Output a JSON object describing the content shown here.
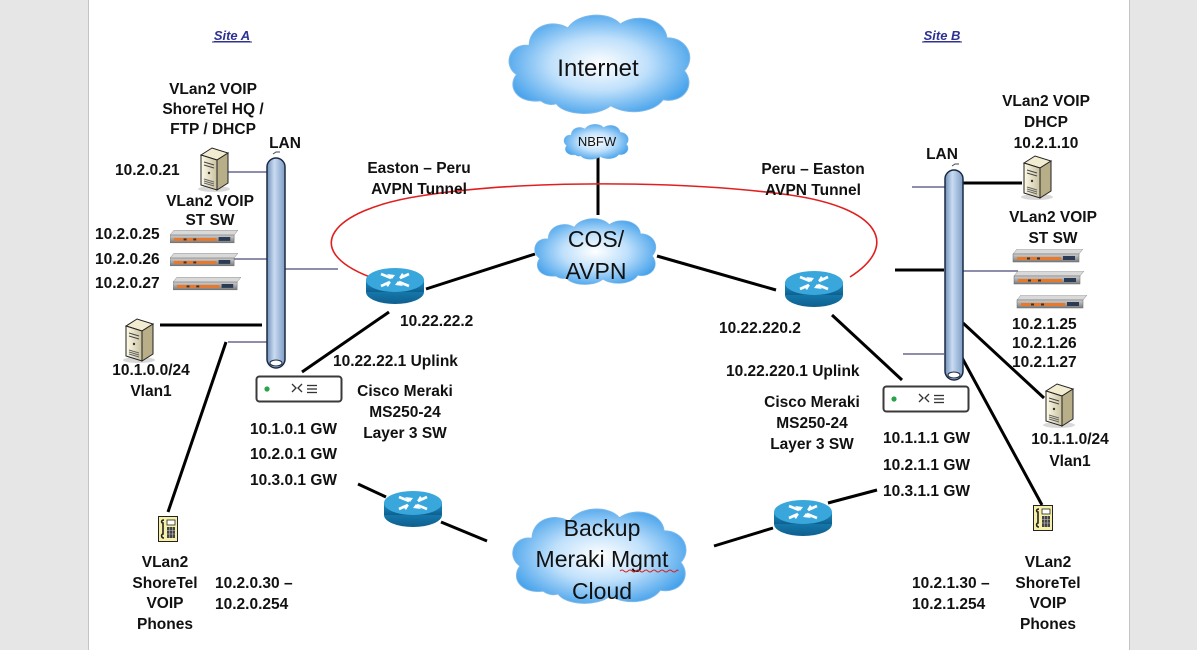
{
  "diagram": {
    "colors": {
      "background_outer": "#e6e6e6",
      "page": "#ffffff",
      "tunnel": "#e02020",
      "site_label": "#2e3192",
      "lan_bus": "#a9c4e4",
      "router": "#1a8cc0",
      "cloud": "#4aa8ee",
      "link": "#000000"
    },
    "sites": [
      {
        "label": "Site A"
      },
      {
        "label": "Site B"
      }
    ],
    "clouds": {
      "internet": "Internet",
      "nbfw": "NBFW",
      "cos_avpn": [
        "COS/",
        "AVPN"
      ],
      "backup": [
        "Backup",
        "Meraki Mgmt",
        "Cloud"
      ]
    },
    "tunnels": {
      "left": [
        "Easton – Peru",
        "AVPN Tunnel"
      ],
      "right": [
        "Peru – Easton",
        "AVPN Tunnel"
      ]
    },
    "site_a": {
      "lan_label": "LAN",
      "hq_server_title": [
        "VLan2 VOIP",
        "ShoreTel HQ /",
        "FTP / DHCP"
      ],
      "hq_server_ip": "10.2.0.21",
      "st_sw_title": [
        "VLan2 VOIP",
        "ST SW"
      ],
      "st_sw_ips": [
        "10.2.0.25",
        "10.2.0.26",
        "10.2.0.27"
      ],
      "vlan1_server": [
        "10.1.0.0/24",
        "Vlan1"
      ],
      "router_ip": "10.22.22.2",
      "uplink": "10.22.22.1  Uplink",
      "switch_label": [
        "Cisco Meraki",
        "MS250-24",
        "Layer 3 SW"
      ],
      "gateways": [
        "10.1.0.1 GW",
        "10.2.0.1 GW",
        "10.3.0.1 GW"
      ],
      "phones_label": [
        "VLan2",
        "ShoreTel",
        "VOIP",
        "Phones"
      ],
      "phones_range": [
        "10.2.0.30 –",
        "10.2.0.254"
      ]
    },
    "site_b": {
      "lan_label": "LAN",
      "dhcp_server_title": [
        "VLan2 VOIP",
        "DHCP",
        "10.2.1.10"
      ],
      "st_sw_title": [
        "VLan2 VOIP",
        "ST SW"
      ],
      "st_sw_ips": [
        "10.2.1.25",
        "10.2.1.26",
        "10.2.1.27"
      ],
      "vlan1_server": [
        "10.1.1.0/24",
        "Vlan1"
      ],
      "router_ip": "10.22.220.2",
      "uplink": "10.22.220.1  Uplink",
      "switch_label": [
        "Cisco Meraki",
        "MS250-24",
        "Layer 3 SW"
      ],
      "gateways": [
        "10.1.1.1 GW",
        "10.2.1.1 GW",
        "10.3.1.1 GW"
      ],
      "phones_label": [
        "VLan2",
        "ShoreTel",
        "VOIP",
        "Phones"
      ],
      "phones_range": [
        "10.2.1.30 –",
        "10.2.1.254"
      ]
    }
  }
}
